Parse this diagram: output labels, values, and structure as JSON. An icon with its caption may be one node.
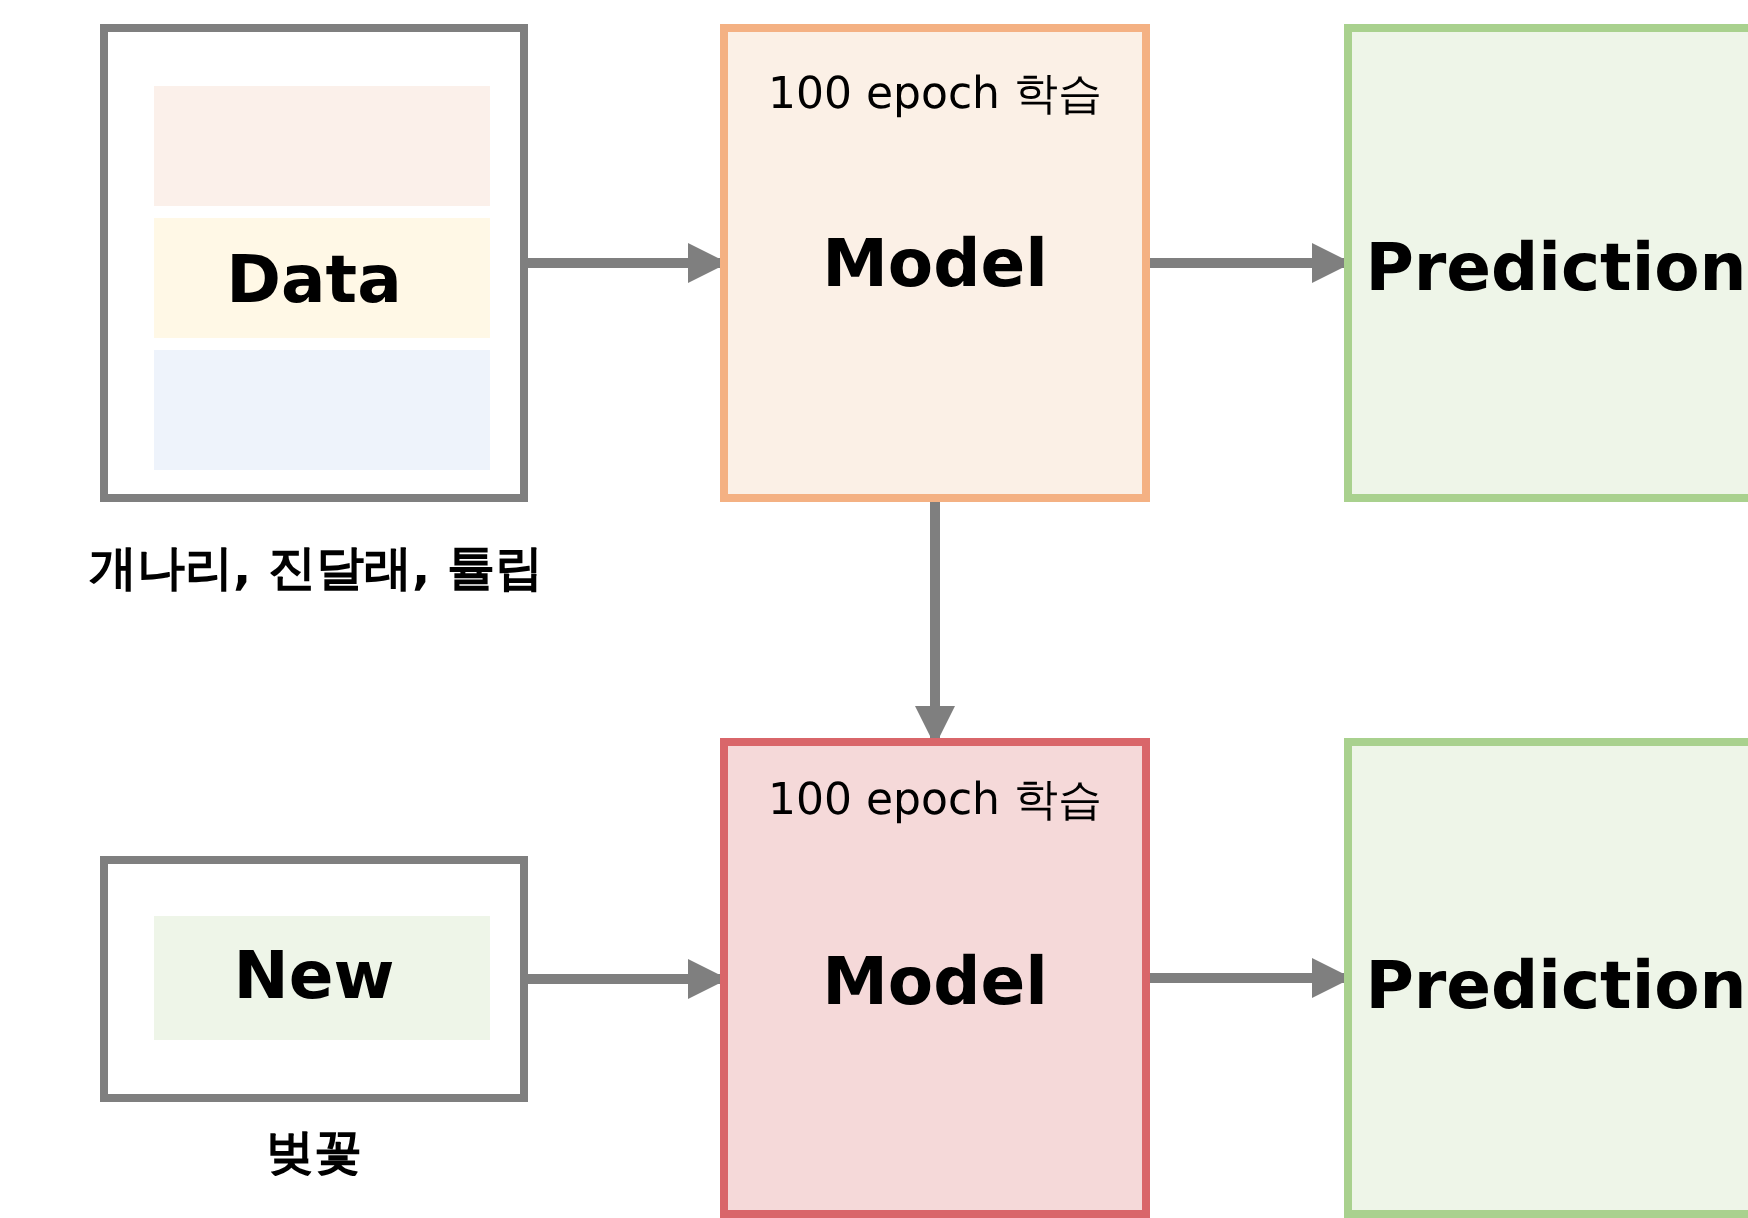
{
  "diagram": {
    "nodes": [
      {
        "text": [
          "Data"
        ],
        "beside": [
          "개나리, 진달래, 튤립"
        ]
      },
      {
        "text": [
          "100 epoch 학습",
          "Model"
        ]
      },
      {
        "text": [
          "Prediction"
        ]
      },
      {
        "text": [
          "New"
        ],
        "beside": [
          "벚꽃"
        ]
      },
      {
        "text": [
          "100 epoch 학습",
          "Model"
        ]
      },
      {
        "text": [
          "Prediction"
        ]
      }
    ],
    "edges": [
      {
        "from": 0,
        "to": 1,
        "arrow": "to"
      },
      {
        "from": 1,
        "to": 2,
        "arrow": "to"
      },
      {
        "from": 1,
        "to": 4,
        "arrow": "to"
      },
      {
        "from": 3,
        "to": 4,
        "arrow": "to"
      },
      {
        "from": 4,
        "to": 5,
        "arrow": "to"
      }
    ]
  }
}
